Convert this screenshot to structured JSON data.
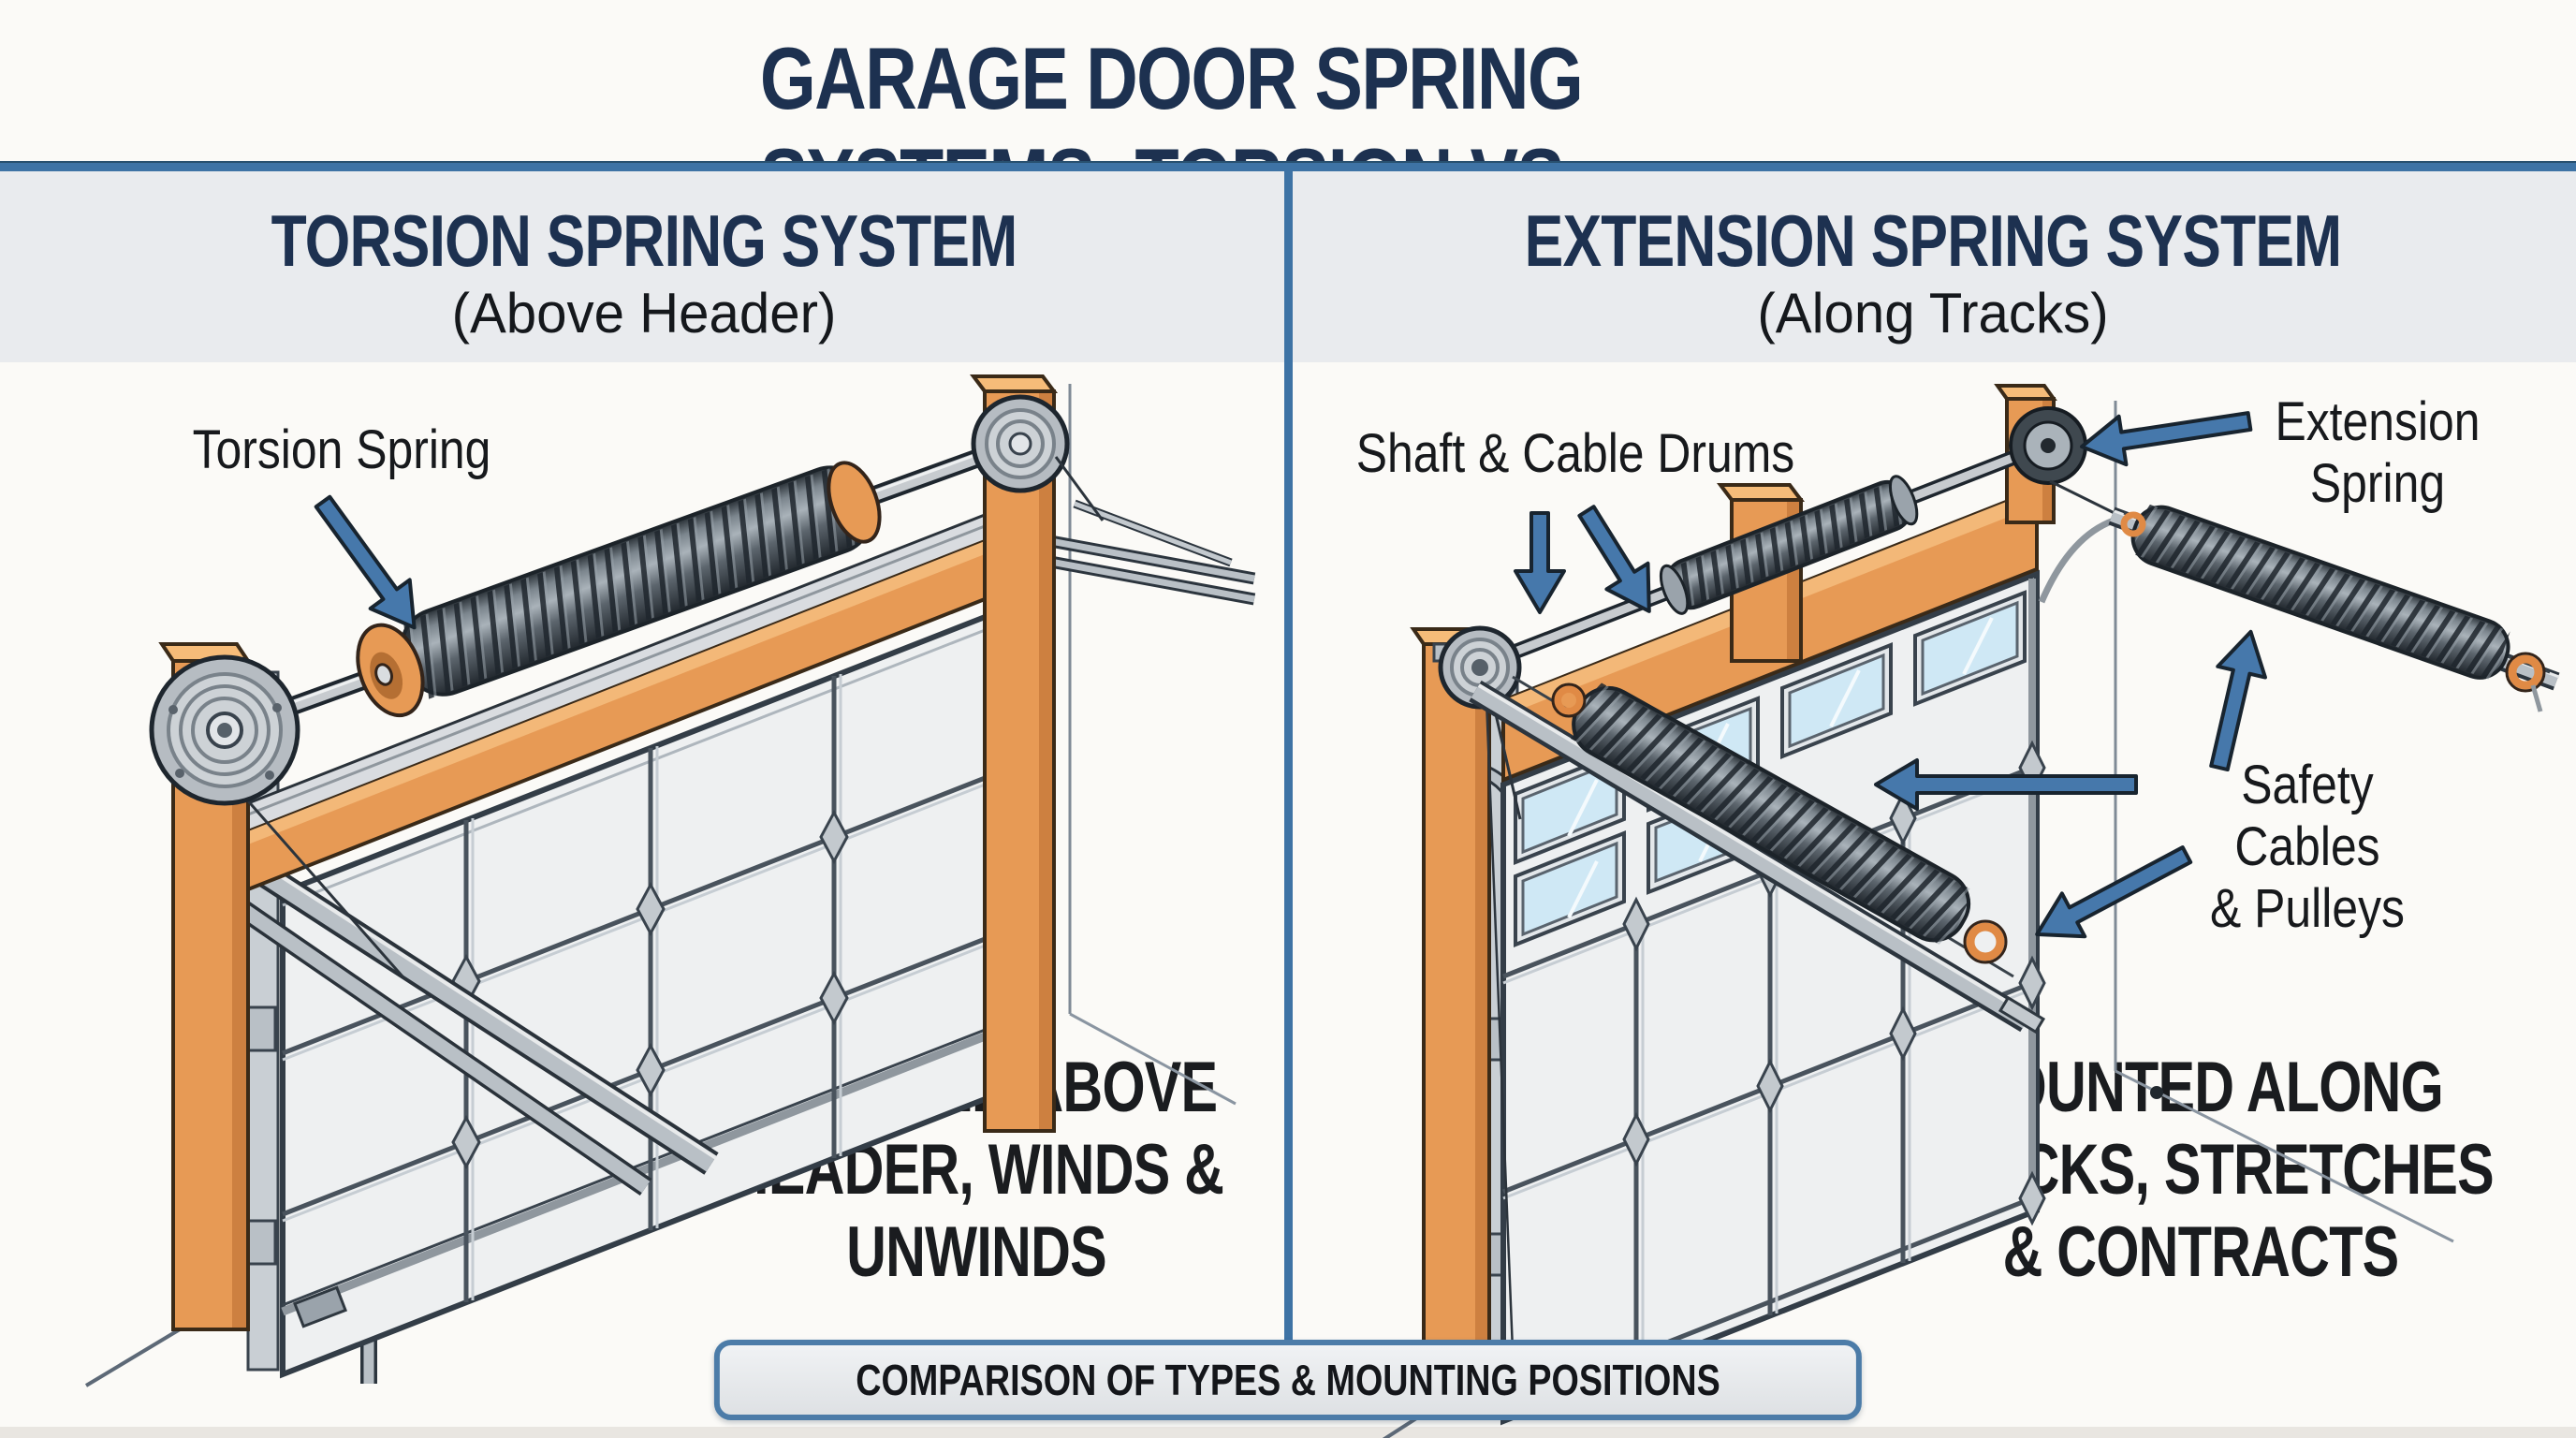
{
  "title": "GARAGE DOOR SPRING SYSTEMS: TORSION VS. EXTENSION",
  "panels": {
    "torsion": {
      "heading": "TORSION SPRING SYSTEM",
      "subheading": "(Above Header)",
      "spring_label": "Torsion Spring",
      "caption_line1": "MOUNTED ABOVE",
      "caption_line2": "HEADER, WINDS &",
      "caption_line3": "UNWINDS"
    },
    "extension": {
      "heading": "EXTENSION SPRING SYSTEM",
      "subheading": "(Along Tracks)",
      "shaft_label": "Shaft & Cable Drums",
      "spring_label_line1": "Extension",
      "spring_label_line2": "Spring",
      "safety_label_line1": "Safety Cables",
      "safety_label_line2": "& Pulleys",
      "caption_line1": "MOUNTED ALONG",
      "caption_line2": "TRACKS, STRETCHES",
      "caption_line3": "& CONTRACTS"
    }
  },
  "footer": {
    "banner_label": "COMPARISON OF TYPES & MOUNTING POSITIONS"
  },
  "colors": {
    "navy_heading": "#1d3150",
    "divider_blue": "#3e73a5",
    "arrow_blue": "#4678ab",
    "wood_orange": "#e79a55",
    "spring_gray": "#4a525a",
    "window_blue": "#cfe8f5",
    "band_gray": "#e9ebee",
    "door_gray": "#eef0f1"
  }
}
